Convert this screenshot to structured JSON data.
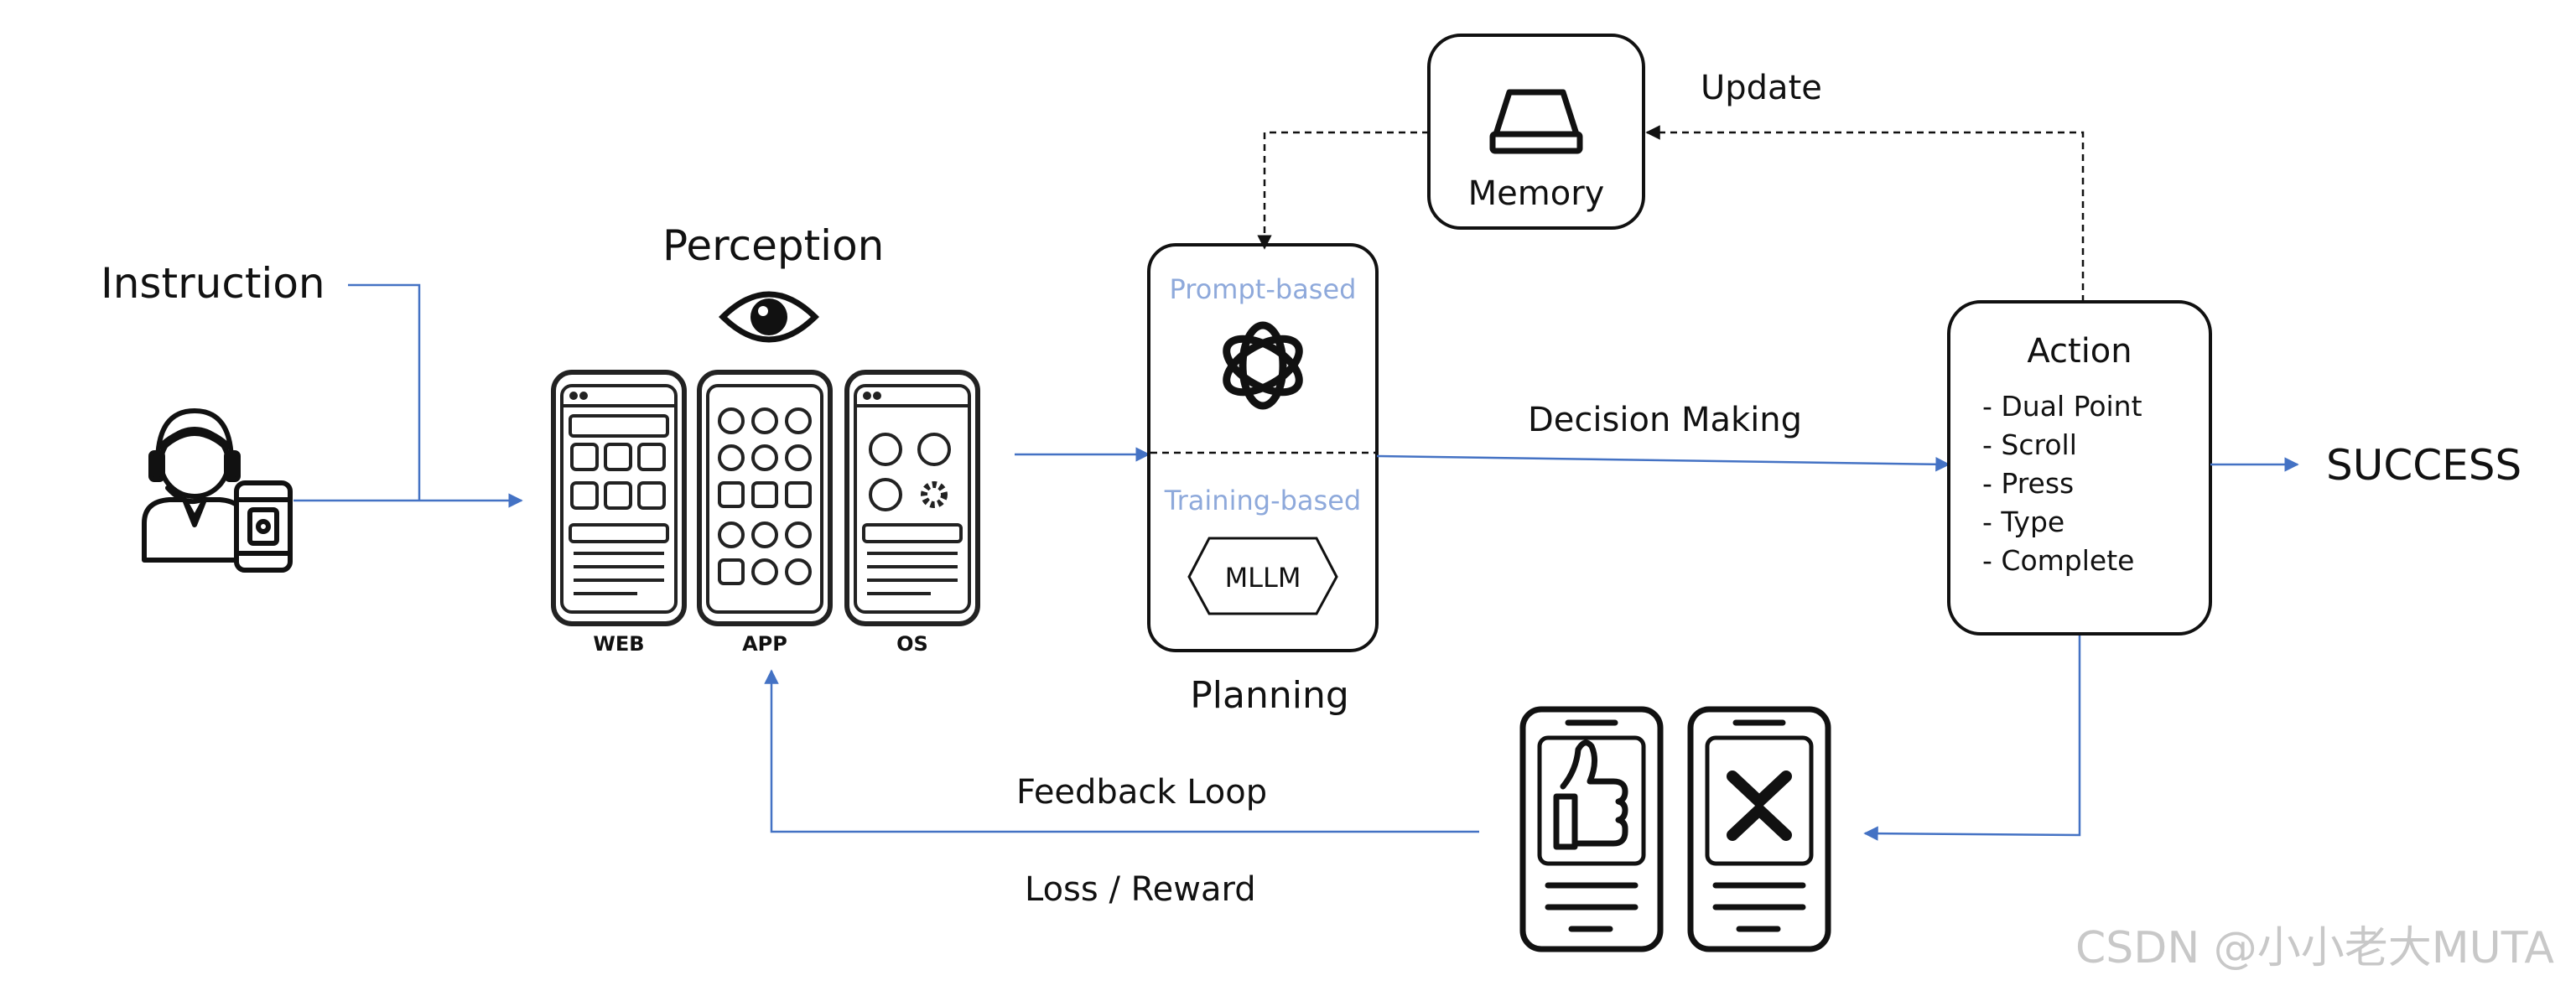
{
  "labels": {
    "instruction": "Instruction",
    "perception": "Perception",
    "web": "WEB",
    "app": "APP",
    "os": "OS",
    "prompt_based": "Prompt-based",
    "training_based": "Training-based",
    "mllm": "MLLM",
    "planning": "Planning",
    "memory": "Memory",
    "update": "Update",
    "decision_making": "Decision Making",
    "action_title": "Action",
    "actions": [
      "- Dual Point",
      "- Scroll",
      "- Press",
      "- Type",
      "- Complete"
    ],
    "success": "SUCCESS",
    "feedback_loop": "Feedback Loop",
    "loss_reward": "Loss / Reward",
    "watermark": "CSDN @小小老大MUTA"
  },
  "icons": {
    "user": "user-with-phone-icon",
    "eye": "eye-icon",
    "memory": "hard-drive-icon",
    "llm": "openai-logo-icon",
    "thumbs_up": "thumbs-up-phone-icon",
    "fail": "x-mark-phone-icon"
  },
  "colors": {
    "arrow": "#4472c4",
    "subtitle": "#8ea9db",
    "stroke": "#111111"
  }
}
